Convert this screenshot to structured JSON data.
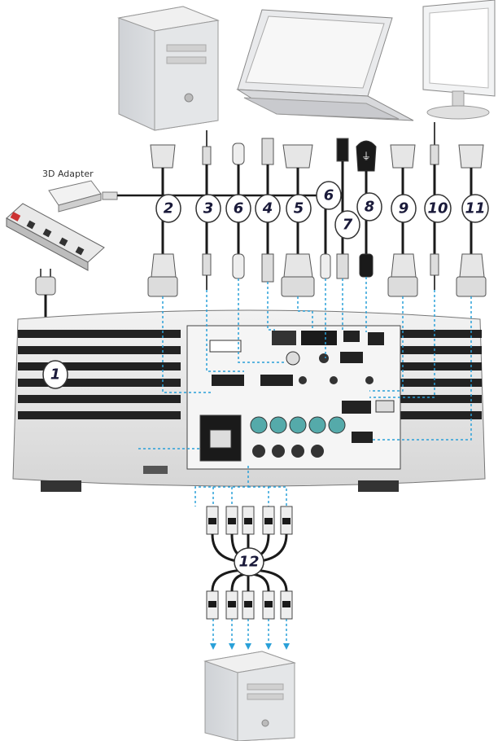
{
  "adapter_label": "3D Adapter",
  "callouts": [
    "1",
    "2",
    "3",
    "6",
    "4",
    "5",
    "6",
    "7",
    "8",
    "9",
    "10",
    "11",
    "12"
  ],
  "colors": {
    "cable": "#1a1a1a",
    "signal_line": "#2aa0d8",
    "callout_fill": "#ffffff",
    "callout_stroke": "#333333",
    "device_light": "#e8e8e8",
    "device_dark": "#222222"
  },
  "icons": [
    "desktop-pc-icon",
    "laptop-icon",
    "monitor-icon",
    "power-strip-icon",
    "usb-icon",
    "projector-icon"
  ]
}
